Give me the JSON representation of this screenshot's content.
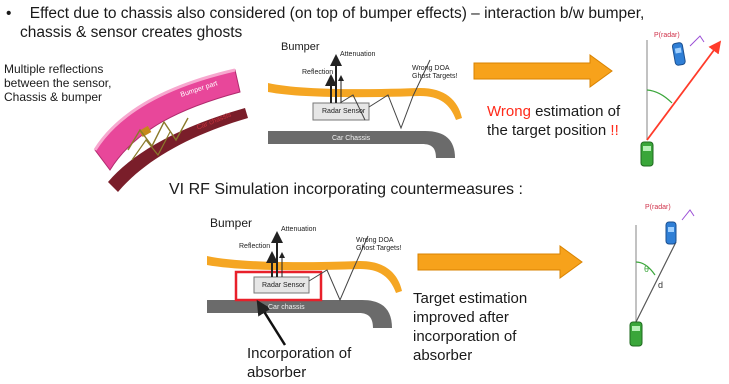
{
  "header": {
    "bullet": "•",
    "line1": "Effect due to chassis also considered (on top of bumper effects) – interaction  b/w bumper,",
    "line2": "chassis & sensor creates ghosts"
  },
  "left_figure": {
    "caption_line1": "Multiple reflections",
    "caption_line2": "between the sensor,",
    "caption_line3": "Chassis & bumper",
    "bumper_part_label": "Bumper part",
    "car_chassis_label": "Car chassis"
  },
  "top_diagram": {
    "bumper_label": "Bumper",
    "attenuation_label": "Attenuation",
    "reflection_label": "Reflection",
    "wrong_doa_line1": "Wrong DOA",
    "wrong_doa_line2": "Ghost Targets!",
    "radar_sensor_label": "Radar Sensor",
    "car_chassis_label": "Car Chassis"
  },
  "top_result": {
    "wrong_word": "Wrong",
    "line1_rest": " estimation of",
    "line2": "the target position ",
    "exclaim": "!!",
    "target_label": "P(radar)"
  },
  "section_title": "VI RF Simulation incorporating countermeasures :",
  "bottom_diagram": {
    "bumper_label": "Bumper",
    "attenuation_label": "Attenuation",
    "reflection_label": "Reflection",
    "wrong_doa_line1": "Wrong DOA",
    "wrong_doa_line2": "Ghost Targets!",
    "radar_sensor_label": "Radar Sensor",
    "car_chassis_label": "Car chassis"
  },
  "absorber_caption_line1": "Incorporation of",
  "absorber_caption_line2": "absorber",
  "bottom_result": {
    "line1": "Target estimation",
    "line2": "improved after",
    "line3": "incorporation of",
    "line4": "absorber",
    "target_label": "P(radar)",
    "theta_label": "θ",
    "d_label": "d"
  },
  "colors": {
    "bumper_orange": "#f5a623",
    "chassis_gray": "#6b6b6b",
    "arrow_orange": "#f7a21b",
    "wrong_red": "#ff2a1a",
    "absorber_red": "#e8202a",
    "bumper_pink": "#e8479a",
    "chassis_maroon": "#7a1e2a",
    "car_blue": "#2f7fd6",
    "car_green": "#3aa63a"
  }
}
